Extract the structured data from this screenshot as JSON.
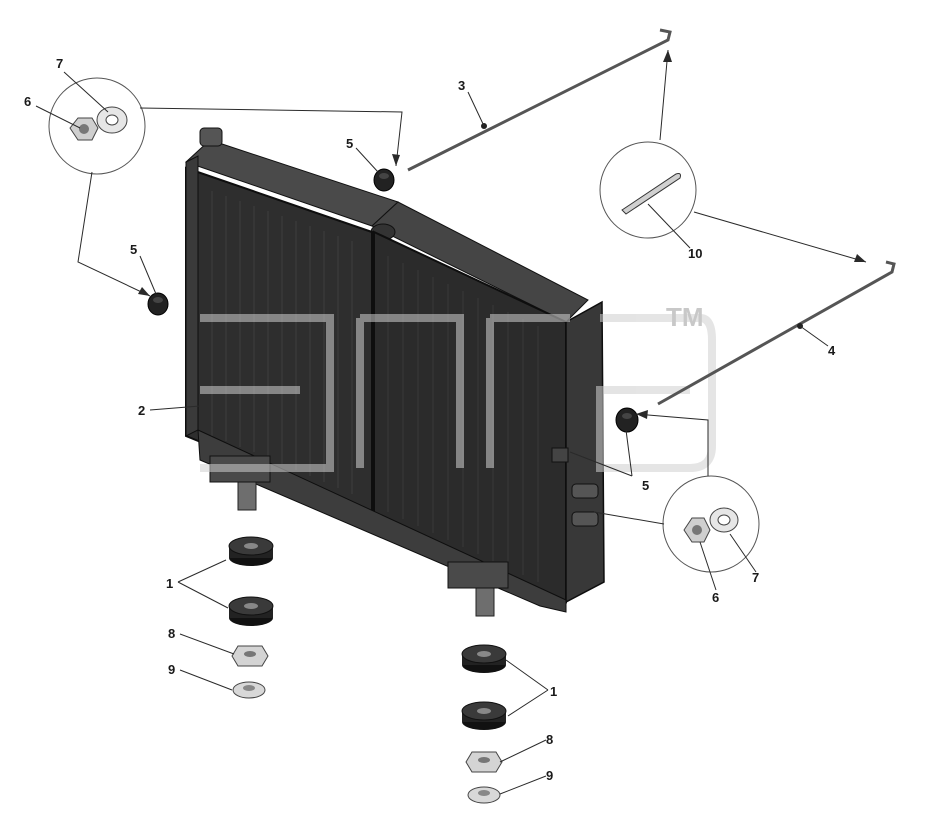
{
  "watermark": {
    "trademark": "TM"
  },
  "callouts": {
    "c1a": "1",
    "c1b": "1",
    "c2": "2",
    "c3": "3",
    "c4": "4",
    "c5a": "5",
    "c5b": "5",
    "c5c": "5",
    "c6a": "6",
    "c6b": "6",
    "c7a": "7",
    "c7b": "7",
    "c8a": "8",
    "c8b": "8",
    "c9a": "9",
    "c9b": "9",
    "c10": "10"
  },
  "colors": {
    "radiator_body": "#2b2b2b",
    "radiator_edge": "#111111",
    "core_fins": "#3a3a3a",
    "rubber": "#1e1e1e",
    "metal_light": "#d9d9d9",
    "watermark_gray": "#d6d6d6"
  }
}
